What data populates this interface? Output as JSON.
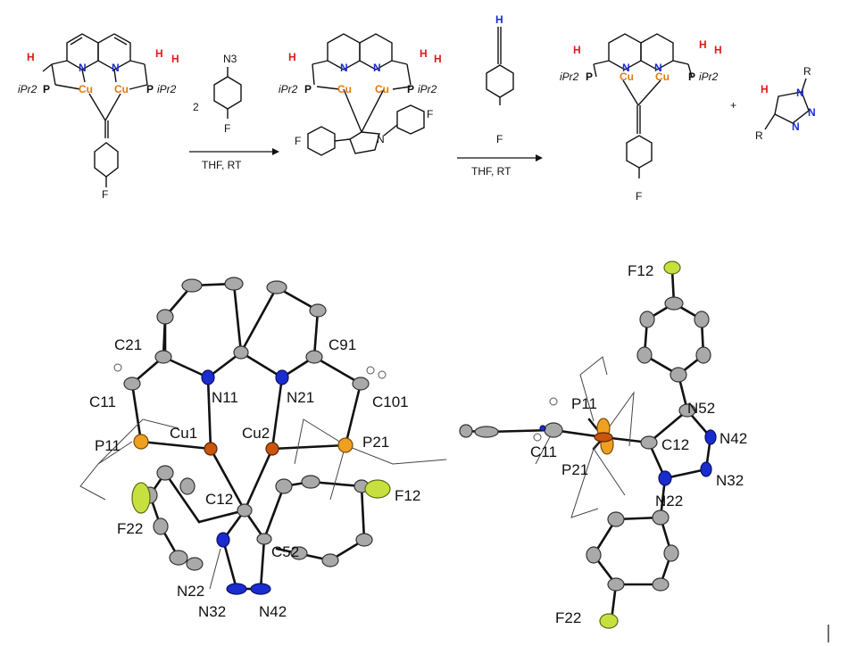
{
  "scheme": {
    "reagent1": {
      "multiplier": "2",
      "group": "N3",
      "subst": "F",
      "conditions": "THF, RT"
    },
    "reagent2": {
      "terminal_h": "H",
      "subst": "F",
      "conditions": "THF, RT"
    },
    "labels": {
      "ipr2": "iPr2",
      "cu": "Cu",
      "n": "N",
      "p": "P",
      "h": "H",
      "f": "F",
      "plus": "+",
      "r": "R"
    }
  },
  "structure_left": {
    "atoms": [
      "C21",
      "C91",
      "C11",
      "N11",
      "N21",
      "C101",
      "Cu1",
      "Cu2",
      "P11",
      "P21",
      "C12",
      "F22",
      "F12",
      "C52",
      "N22",
      "N32",
      "N42"
    ]
  },
  "structure_right": {
    "atoms": [
      "F12",
      "P11",
      "N52",
      "C11",
      "C12",
      "N42",
      "P21",
      "N32",
      "N22",
      "F22"
    ]
  },
  "colors": {
    "cu": "#e07a10",
    "n": "#1a2ccf",
    "h_red": "#e21a1a",
    "p": "#f0a020",
    "f": "#c7e040"
  }
}
